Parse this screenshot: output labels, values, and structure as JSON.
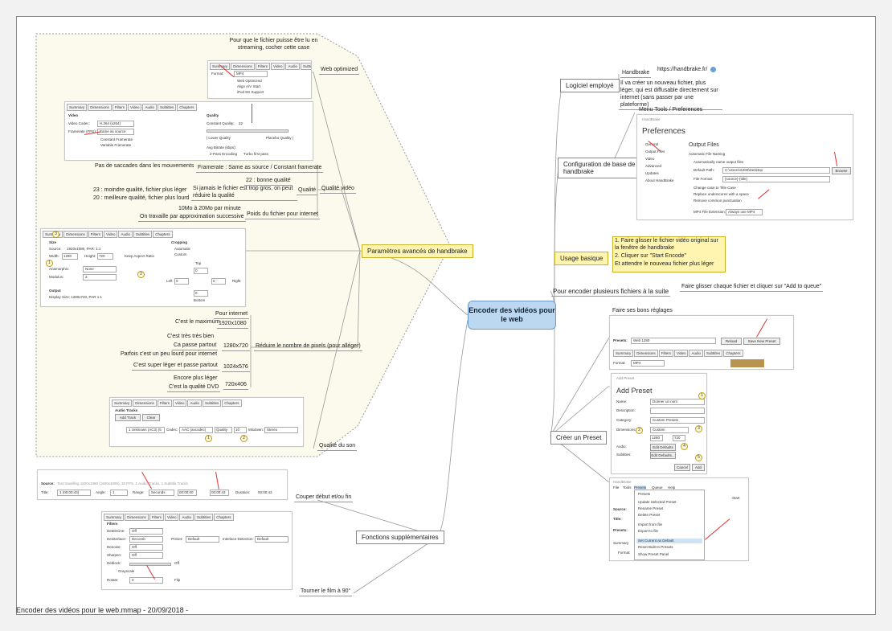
{
  "central": "Encoder des vidéos pour le web",
  "left": {
    "params": "Paramètres avancés de handbrake",
    "web_optimized": "Web optimized",
    "web_optimized_note": "Pour que le fichier puisse être lu en streaming, cocher cette case",
    "qualite_video": "Qualité vidéo",
    "qualite": "Qualité",
    "framerate": "Framerate : Same as source / Constant framerate",
    "saccades": "Pas de saccades dans les mouvements",
    "bonne_qualite": "22 : bonne qualité",
    "moindre": "23 : moindre qualité, fichier plus léger",
    "meilleure": "20 : meilleure qualité, fichier plus lourd",
    "si_jamais": "Si jamais le fichier est trop gros, on peut réduire la qualité",
    "poids": "Poids du fichier pour internet",
    "mo": "10Mo à 20Mo par minute",
    "approx": "On travaille par approximation successive",
    "reduire": "Réduire le nombre de pixels (pour alléger)",
    "pour_internet": "Pour internet",
    "r1920": "1920x1080",
    "max": "C'est le maximum",
    "r1280": "1280x720",
    "tres_bien": "C'est très très bien",
    "partout": "Ca passe partout",
    "peu_lourd": "Parfois c'est un peu lourd pour internet",
    "r1024": "1024x576",
    "super_leger": "C'est super léger et passe partout",
    "r720": "720x406",
    "encore": "Encore plus léger",
    "dvd": "C'est la qualité DVD",
    "qualite_son": "Qualité du son",
    "fonctions": "Fonctions supplémentaires",
    "couper": "Couper début et/ou fin",
    "tourner": "Tourner le film à 90°"
  },
  "right": {
    "logiciel": "Logiciel employé",
    "handbrake": "Handbrake",
    "url": "https://handbrake.fr/",
    "logiciel_note": "Il va créer un nouveau fichier, plus léger, qui est diffusable directement sur internet (sans passer par une plateforme)",
    "config": "Configuration de base de handbrake",
    "menu_tools": "Menu Tools / Preferences",
    "usage": "Usage basique",
    "step1": "1. Faire glisser le fichier vidéo original sur la fenêtre de handbrake",
    "step2": "2. Cliquer sur \"Start Encode\"",
    "step3": "Et attendre le nouveau fichier plus léger",
    "plusieurs": "Pour encoder plusieurs fichiers à la suite",
    "plusieurs_note": "Faire glisser chaque fichier et cliquer sur \"Add to queue\"",
    "preset": "Créer un Preset",
    "reglages": "Faire ses bons réglages"
  },
  "shots": {
    "tabs": [
      "Summary",
      "Dimensions",
      "Filters",
      "Video",
      "Audio",
      "Subtitles",
      "Chapters"
    ],
    "format_label": "Format:",
    "format_value": "MP4",
    "web_opt": "Web Optimized",
    "align": "Align A/V Start",
    "ipod": "iPod 5G Support",
    "video_label": "Video",
    "codec_label": "Video Codec:",
    "codec_value": "H.264 (x264)",
    "fps_label": "Framerate (FPS):",
    "fps_value": "Same as source",
    "constant": "Constant Framerate",
    "variable": "Variable Framerate",
    "quality_label": "Quality",
    "cq": "Constant Quality:",
    "cq_value": "22",
    "lower": "| Lower Quality",
    "placebo": "Placebo Quality |",
    "avg": "Avg Bitrate (kbps):",
    "twopass": "2-Pass Encoding",
    "turbo": "Turbo first pass",
    "size": "Size",
    "source": "Source:",
    "source_value": "1920x1080, PAR: 1:1",
    "width_label": "Width:",
    "width_value": "1280",
    "height_label": "Height:",
    "height_value": "720",
    "keep": "Keep Aspect Ratio",
    "anamorphic": "Anamorphic:",
    "anamorphic_value": "None",
    "modulus": "Modulus:",
    "modulus_value": "2",
    "output": "Output",
    "display": "Display Size: 1280x720, PAR 1:1",
    "cropping": "Cropping",
    "automatic": "Automatic",
    "custom": "Custom",
    "top": "Top",
    "left": "Left",
    "right": "Right",
    "bottom": "Bottom",
    "zero": "0",
    "audio_tracks": "Audio Tracks",
    "add_track": "Add Track",
    "clear": "Clear",
    "track": "1 Unknown (AC3) (5",
    "codec": "Codec:",
    "aac": "AAC (avcodec)",
    "qual": "Quality",
    "qual_value": "10",
    "mixdown": "Mixdown:",
    "stereo": "Stereo",
    "source_bar": "Source:",
    "source_bar_value": "Test travelling  1920x1080 (1920x1080), 30 FPS, 1 Audio Tracks, 1 Subtitle Tracks",
    "title": "Title:",
    "title_value": "1 (00:00:43)",
    "angle": "Angle:",
    "angle_value": "1",
    "range": "Range:",
    "seconds": "Seconds",
    "start": "00:00:00",
    "end": "00:00:43",
    "duration": "Duration:",
    "duration_value": "00:00:43",
    "filters": "Filters",
    "detelecine": "Detelecine:",
    "deinterlace": "Deinterlace:",
    "decomb": "Decomb",
    "denoise": "Denoise:",
    "sharpen": "Sharpen:",
    "deblock": "Deblock:",
    "off": "Off",
    "grayscale": "Grayscale",
    "rotate": "Rotate:",
    "flip": "Flip",
    "preset": "Preset:",
    "default": "Default",
    "interlace": "Interlace Detection:",
    "prefs_title": "Preferences",
    "handbrake_small": "HandBrake",
    "output_files": "Output Files",
    "auto_naming": "Automatic File Naming",
    "auto_name": "Automatically name output files",
    "default_path": "Default Path:",
    "path_value": "C:\\Users\\X200\\Desktop",
    "browse": "Browse",
    "file_format": "File Format:",
    "file_format_value": "{source}-{title}",
    "title_case": "Change case to Title Case",
    "underscores": "Replace underscores with a space",
    "punct": "Remove common punctuation",
    "mp4_ext": "MP4 File Extension:",
    "always": "Always use MP4",
    "side": [
      "General",
      "Output Files",
      "Video",
      "Advanced",
      "Updates",
      "About HandBrake"
    ],
    "presets": "Presets:",
    "web1280": "Web 1280",
    "reload": "Reload",
    "save_new": "Save New Preset",
    "add_preset": "Add Preset",
    "name": "Name:",
    "name_value": "Donner un nom",
    "description": "Description:",
    "category": "Category:",
    "custom_presets": "Custom Presets",
    "dimensions": "Dimensions:",
    "dim_w": "1280",
    "dim_h": "720",
    "audio": "Audio:",
    "edit_defaults": "Edit Defaults",
    "subtitles": "Subtitles:",
    "edit_defaults2": "Edit Defaults...",
    "cancel": "Cancel",
    "add": "Add",
    "menu": [
      "File",
      "Tools",
      "Presets",
      "Queue",
      "Help"
    ],
    "menu_items": [
      "Presets",
      "Update Selected Preset",
      "Rename Preset",
      "Delete Preset",
      "Import from file",
      "Export to file",
      "Set Current as Default",
      "Reset Built-In Presets",
      "Show Preset Panel"
    ],
    "start_short": "Start",
    "summary": "Summary",
    "format2": "Format:"
  },
  "footer": "Encoder des vidéos pour le web.mmap - 20/09/2018 -",
  "colors": {
    "central_fill": "#bcd8f1",
    "highlight": "#fff4b0",
    "marker": "#d33333",
    "hexagon": "#fbfaec"
  }
}
